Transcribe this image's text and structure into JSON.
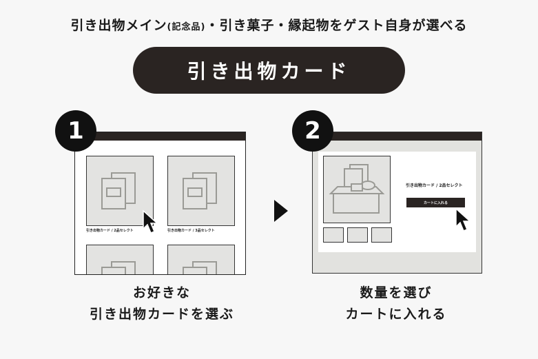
{
  "header": {
    "headline_main": "引き出物メイン",
    "headline_paren": "(記念品)",
    "headline_rest": "・引き菓子・縁起物をゲスト自身が選べる",
    "title": "引き出物カード"
  },
  "step1": {
    "number": "1",
    "tile_labels": [
      "引き出物カード / 2品セレクト",
      "引き出物カード / 3品セレクト"
    ],
    "caption_line1": "お好きな",
    "caption_line2": "引き出物カードを選ぶ"
  },
  "step2": {
    "number": "2",
    "product_title": "引き出物カード / 2品セレクト",
    "cart_button": "カートに入れる",
    "caption_line1": "数量を選び",
    "caption_line2": "カートに入れる"
  },
  "icons": {
    "next": "play-arrow-icon",
    "cursor": "mouse-pointer-icon"
  },
  "colors": {
    "dark": "#2a2422",
    "tile_bg": "#e3e3e1",
    "background": "#f7f7f7"
  }
}
